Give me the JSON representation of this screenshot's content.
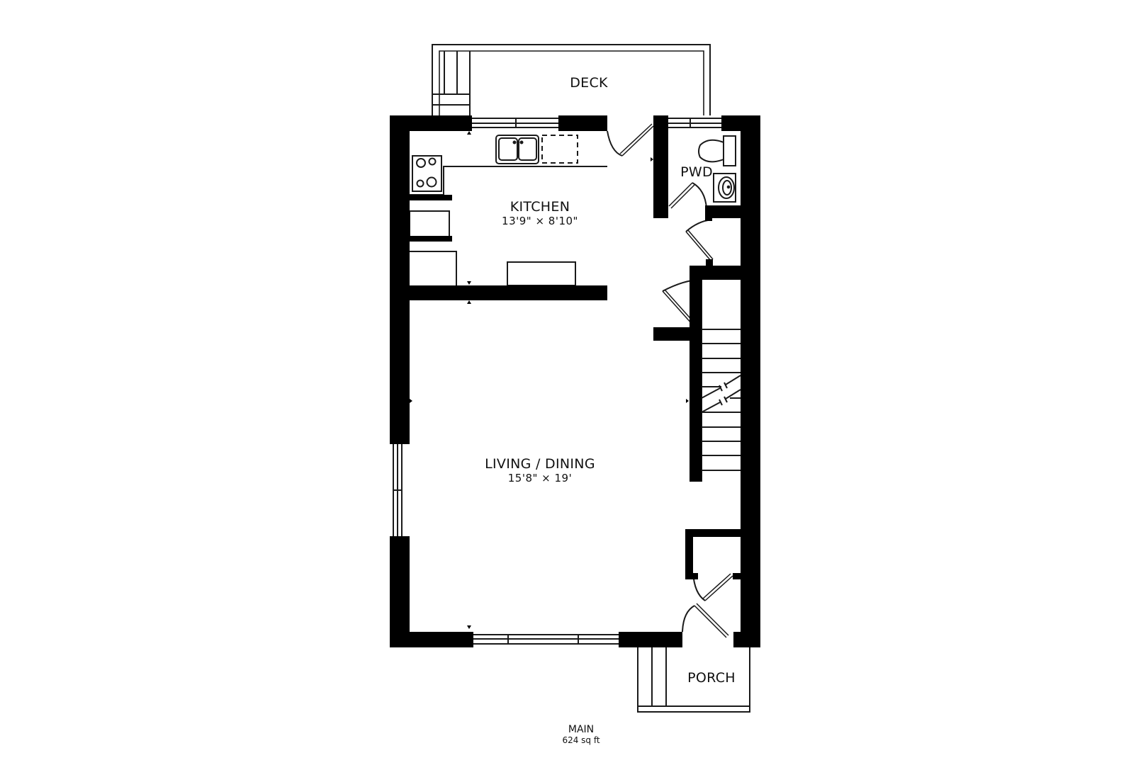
{
  "floor": {
    "name": "MAIN",
    "area": "624 sq ft"
  },
  "rooms": [
    {
      "id": "deck",
      "name": "DECK",
      "dimensions": ""
    },
    {
      "id": "kitchen",
      "name": "KITCHEN",
      "dimensions": "13'9\" × 8'10\""
    },
    {
      "id": "pwd",
      "name": "PWD",
      "dimensions": ""
    },
    {
      "id": "living-dining",
      "name": "LIVING / DINING",
      "dimensions": "15'8\" × 19'"
    },
    {
      "id": "porch",
      "name": "PORCH",
      "dimensions": ""
    }
  ],
  "colors": {
    "wall": "#000000",
    "line": "#1a1a1a",
    "background": "#ffffff"
  }
}
